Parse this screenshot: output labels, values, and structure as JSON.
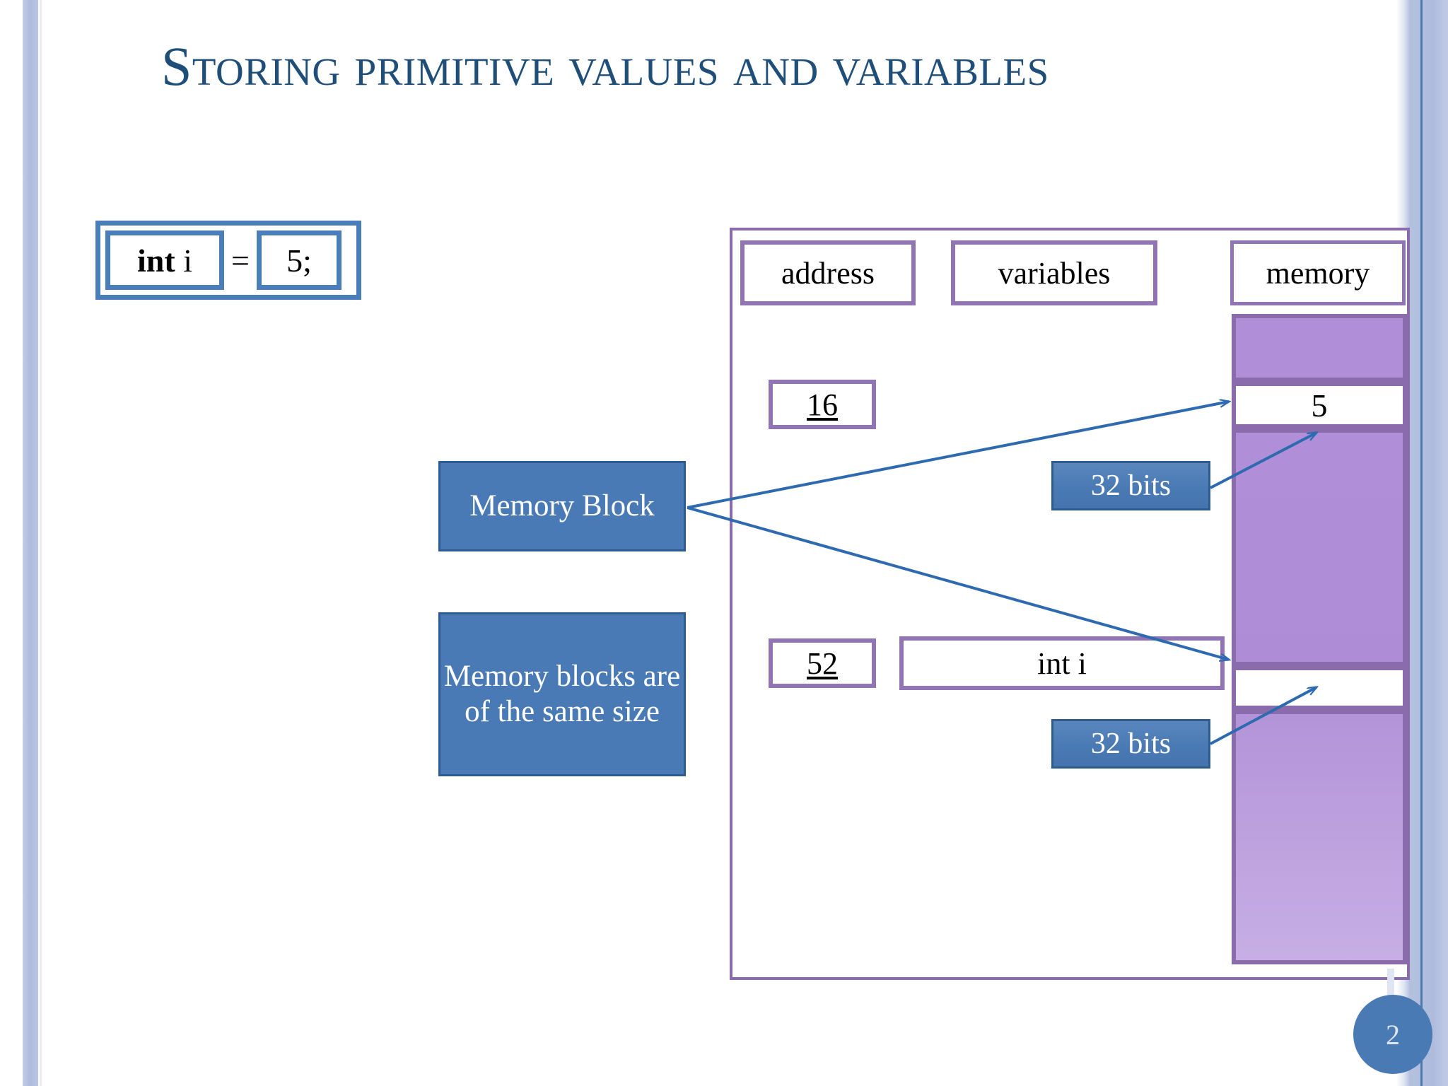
{
  "slide": {
    "title": "Storing primitive values and variables",
    "page_number": "2",
    "accent_blue": "#1f4e79",
    "callout_blue": "#497ab5",
    "purple": "#9074b4",
    "memory_fill": "#b08fd8"
  },
  "code": {
    "keyword": "int",
    "variable": "i",
    "operator": "=",
    "value": "5;"
  },
  "diagram": {
    "headers": {
      "address": "address",
      "variables": "variables",
      "memory": "memory"
    },
    "rows": [
      {
        "address": "16",
        "variable": "",
        "memory_value": "5"
      },
      {
        "address": "52",
        "variable": "int i",
        "memory_value": ""
      }
    ],
    "bit_labels": {
      "top": "32 bits",
      "bottom": "32 bits"
    }
  },
  "callouts": {
    "memory_block": "Memory Block",
    "same_size": "Memory blocks are of the same size"
  }
}
